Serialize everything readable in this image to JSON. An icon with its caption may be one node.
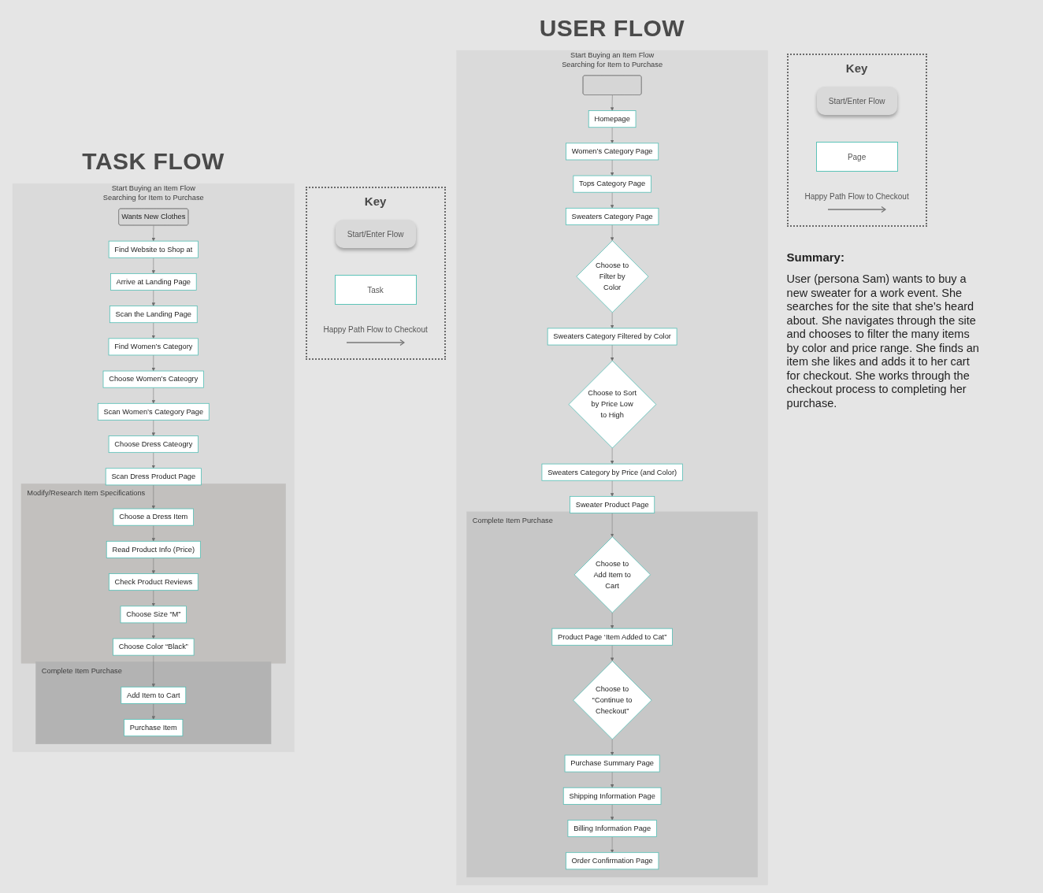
{
  "diagram": {
    "title": "TASK FLOW",
    "nodes": [
      {
        "text": [
          "Start Buying an Item Flow",
          "Searching for Item to Purchase"
        ]
      },
      {
        "text": [
          "Wants New Clothes"
        ],
        "in": 0
      },
      {
        "text": [
          "Find Website to Shop at"
        ],
        "in": 0
      },
      {
        "text": [
          "Arrive at Landing Page"
        ],
        "in": 0
      },
      {
        "text": [
          "Scan the Landing Page"
        ],
        "in": 0
      },
      {
        "text": [
          "Find Women’s Category"
        ],
        "in": 0
      },
      {
        "text": [
          "Choose Women’s Cateogry"
        ],
        "in": 0
      },
      {
        "text": [
          "Scan Women’s Category Page"
        ],
        "in": 0
      },
      {
        "text": [
          "Choose Dress Cateogry"
        ],
        "in": 0
      },
      {
        "text": [
          "Complete Item Purchase"
        ],
        "in": 0
      },
      {
        "text": [
          "Purchase Item"
        ],
        "in": 9
      },
      {
        "text": [
          "Add Item to Cart"
        ],
        "in": 9
      },
      {
        "text": [
          "Modify/Research Item Specifications"
        ],
        "in": 0
      },
      {
        "text": [
          "Choose Color “Black”"
        ],
        "in": 12
      },
      {
        "text": [
          "Choose Size “M”"
        ],
        "in": 12
      },
      {
        "text": [
          "Check Product Reviews"
        ],
        "in": 12
      },
      {
        "text": [
          "Read Product Info (Price)"
        ],
        "in": 12
      },
      {
        "text": [
          "Choose a Dress Item"
        ],
        "in": 12
      },
      {
        "text": [
          "Scan Dress Product Page"
        ],
        "in": 0
      },
      {
        "text": [
          "Start Buying an Item Flow",
          "Searching for Item to Purchase"
        ]
      },
      {
        "text": [],
        "shape": "box",
        "in": 19
      },
      {
        "text": [
          "Homepage"
        ],
        "in": 19
      },
      {
        "text": [
          "Women’s Category Page"
        ],
        "in": 19
      },
      {
        "text": [
          "Tops Category Page"
        ],
        "in": 19
      },
      {
        "text": [
          "Sweaters Category Page"
        ],
        "in": 19
      },
      {
        "text": [
          "Choose to Filter by Color"
        ],
        "in": 19
      },
      {
        "text": [
          "Sweaters Category Filtered by Color"
        ],
        "in": 19
      },
      {
        "text": [
          "Choose to Sort by Price Low to High"
        ],
        "in": 19
      },
      {
        "text": [
          "Complete Item Purchase"
        ],
        "in": 19
      },
      {
        "text": [
          "Billing Information Page"
        ],
        "in": 28
      },
      {
        "text": [
          "Shipping Information Page"
        ],
        "in": 28
      },
      {
        "text": [
          "Purchase Summary Page"
        ],
        "in": 28
      },
      {
        "text": [
          "Choose to “Continue to Checkout”"
        ],
        "in": 28
      },
      {
        "text": [
          "Product Page ‘Item Added to Cat”"
        ],
        "in": 28
      },
      {
        "text": [
          "Choose to Add Item to Cart"
        ],
        "in": 28
      },
      {
        "text": [
          "Sweater Product Page"
        ],
        "in": 19
      },
      {
        "text": [
          "Sweaters Category by Price (and Color)"
        ],
        "in": 19
      },
      {
        "text": [
          "Order Confirmation Page"
        ],
        "in": 28
      }
    ],
    "edges": [
      {
        "from": 1,
        "to": 2,
        "arrow": "to"
      },
      {
        "from": 2,
        "to": 3,
        "arrow": "to"
      },
      {
        "from": 3,
        "to": 4,
        "arrow": "to"
      },
      {
        "from": 4,
        "to": 5,
        "arrow": "to"
      },
      {
        "from": 5,
        "to": 6,
        "arrow": "to"
      },
      {
        "from": 6,
        "to": 7,
        "arrow": "to"
      },
      {
        "from": 7,
        "to": 8,
        "arrow": "to"
      },
      {
        "from": 8,
        "to": 18,
        "arrow": "to"
      },
      {
        "from": 18,
        "to": 17,
        "arrow": "to"
      },
      {
        "from": 17,
        "to": 16,
        "arrow": "to"
      },
      {
        "from": 16,
        "to": 15,
        "arrow": "to"
      },
      {
        "from": 15,
        "to": 14,
        "arrow": "to"
      },
      {
        "from": 14,
        "to": 13,
        "arrow": "to"
      },
      {
        "from": 13,
        "to": 11,
        "arrow": "to"
      },
      {
        "from": 11,
        "to": 10,
        "arrow": "to"
      },
      {
        "from": 20,
        "to": 21,
        "arrow": "to"
      },
      {
        "from": 21,
        "to": 22,
        "arrow": "to"
      },
      {
        "from": 22,
        "to": 23,
        "arrow": "to"
      },
      {
        "from": 23,
        "to": 24,
        "arrow": "to"
      },
      {
        "from": 24,
        "to": 25,
        "arrow": "to"
      },
      {
        "from": 25,
        "to": 26,
        "arrow": "to"
      },
      {
        "from": 26,
        "to": 27,
        "arrow": "to"
      },
      {
        "from": 27,
        "to": 36,
        "arrow": "to"
      },
      {
        "from": 36,
        "to": 35,
        "arrow": "to"
      },
      {
        "from": 35,
        "to": 34,
        "arrow": "to"
      },
      {
        "from": 34,
        "to": 33,
        "arrow": "to"
      },
      {
        "from": 33,
        "to": 32,
        "arrow": "to"
      },
      {
        "from": 32,
        "to": 31,
        "arrow": "to"
      },
      {
        "from": 31,
        "to": 30,
        "arrow": "to"
      },
      {
        "from": 30,
        "to": 29,
        "arrow": "to"
      },
      {
        "from": 29,
        "to": 37,
        "arrow": "to"
      }
    ],
    "labels": [
      "Key",
      "USER FLOW",
      "Key",
      "Summary:",
      "User (persona Sam) wants to buy a new sweater for a work event. She searches for the site that she’s heard about. She navigates through the site and chooses to filter the many items by color and price range. She finds an item she likes and adds it to her cart for checkout. She works through the checkout process to completing her purchase."
    ],
    "legend": [
      {
        "text": "Start/Enter Flow"
      },
      {
        "text": "Task"
      },
      {
        "text": "Happy Path Flow to Checkout"
      },
      {
        "text": "Start/Enter Flow"
      },
      {
        "text": "Page"
      },
      {
        "text": "Happy Path Flow to Checkout"
      }
    ]
  }
}
